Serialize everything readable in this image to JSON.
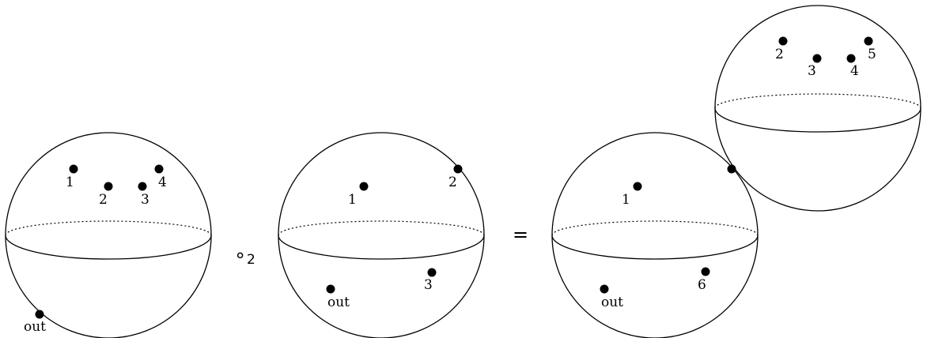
{
  "diagram": {
    "operators": {
      "compose_symbol": "∘",
      "compose_index": "2",
      "equals_symbol": "="
    },
    "spheres": [
      {
        "id": "left",
        "punctures": [
          {
            "label": "1"
          },
          {
            "label": "2"
          },
          {
            "label": "3"
          },
          {
            "label": "4"
          },
          {
            "label": "out"
          }
        ]
      },
      {
        "id": "middle",
        "punctures": [
          {
            "label": "1"
          },
          {
            "label": "2"
          },
          {
            "label": "3"
          },
          {
            "label": "out"
          }
        ]
      },
      {
        "id": "result-lower",
        "punctures": [
          {
            "label": "1"
          },
          {
            "label": "6"
          },
          {
            "label": "out"
          }
        ]
      },
      {
        "id": "result-upper",
        "punctures": [
          {
            "label": "2"
          },
          {
            "label": "3"
          },
          {
            "label": "4"
          },
          {
            "label": "5"
          }
        ]
      }
    ]
  }
}
